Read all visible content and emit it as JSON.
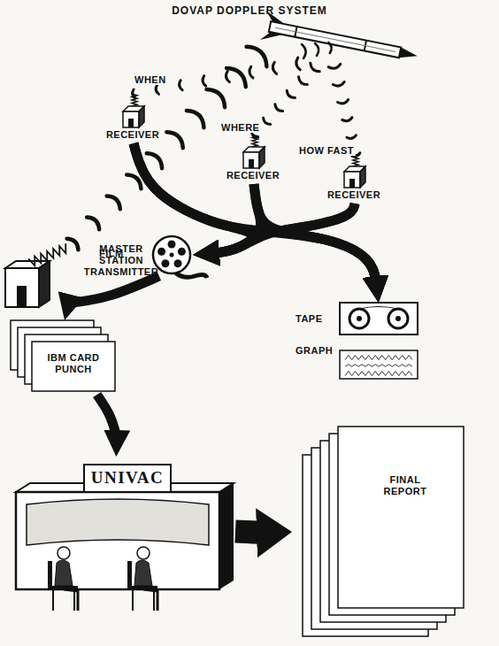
{
  "diagram": {
    "title": "DOVAP DOPPLER SYSTEM",
    "nodes": [
      {
        "text": [
          "MASTER STATION TRANSMITTER"
        ]
      },
      {
        "text": [
          "RECEIVER"
        ]
      },
      {
        "text": [
          "RECEIVER"
        ]
      },
      {
        "text": [
          "RECEIVER"
        ]
      },
      {
        "text": [
          "FILM"
        ]
      },
      {
        "text": [
          "TAPE"
        ]
      },
      {
        "text": [
          "GRAPH"
        ]
      },
      {
        "text": [
          "IBM CARD PUNCH"
        ]
      },
      {
        "text": [
          "UNIVAC"
        ]
      },
      {
        "text": [
          "FINAL REPORT"
        ]
      }
    ],
    "edges": [
      {
        "from": 1,
        "to": 4,
        "arrow": "to"
      },
      {
        "from": 2,
        "to": 4,
        "arrow": "to"
      },
      {
        "from": 3,
        "to": 4,
        "arrow": "to"
      },
      {
        "from": 1,
        "to": 5,
        "arrow": "to"
      },
      {
        "from": 2,
        "to": 5,
        "arrow": "to"
      },
      {
        "from": 3,
        "to": 5,
        "arrow": "to"
      },
      {
        "from": 4,
        "to": 7,
        "arrow": "to"
      },
      {
        "from": 7,
        "to": 8,
        "arrow": "to"
      },
      {
        "from": 8,
        "to": 9,
        "arrow": "to"
      }
    ],
    "labels": [
      "WHEN",
      "WHERE",
      "HOW FAST"
    ]
  }
}
